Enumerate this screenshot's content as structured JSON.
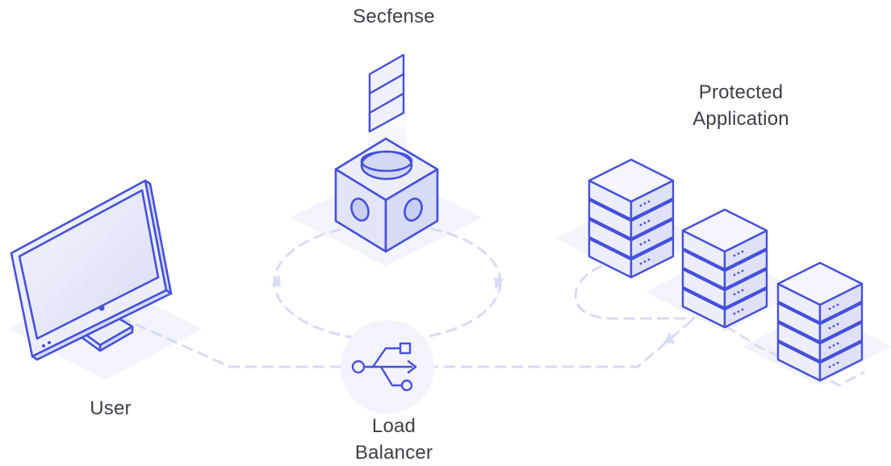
{
  "labels": {
    "secfense": "Secfense",
    "protected_line1": "Protected",
    "protected_line2": "Application",
    "user": "User",
    "lb_line1": "Load",
    "lb_line2": "Balancer"
  },
  "colors": {
    "stroke": "#4650dc",
    "fill_light": "#eceefb",
    "fill_mid": "#dfe2f7",
    "shadow": "#f2f3fb",
    "dash": "#d8dbf3",
    "text": "#3d3f47"
  },
  "icons": {
    "secfense_logo": "secfense-logo-icon",
    "proxy_cube": "cube-icon",
    "computer": "monitor-icon",
    "load_balancer": "usb-split-icon",
    "servers": "server-stack-icon"
  }
}
